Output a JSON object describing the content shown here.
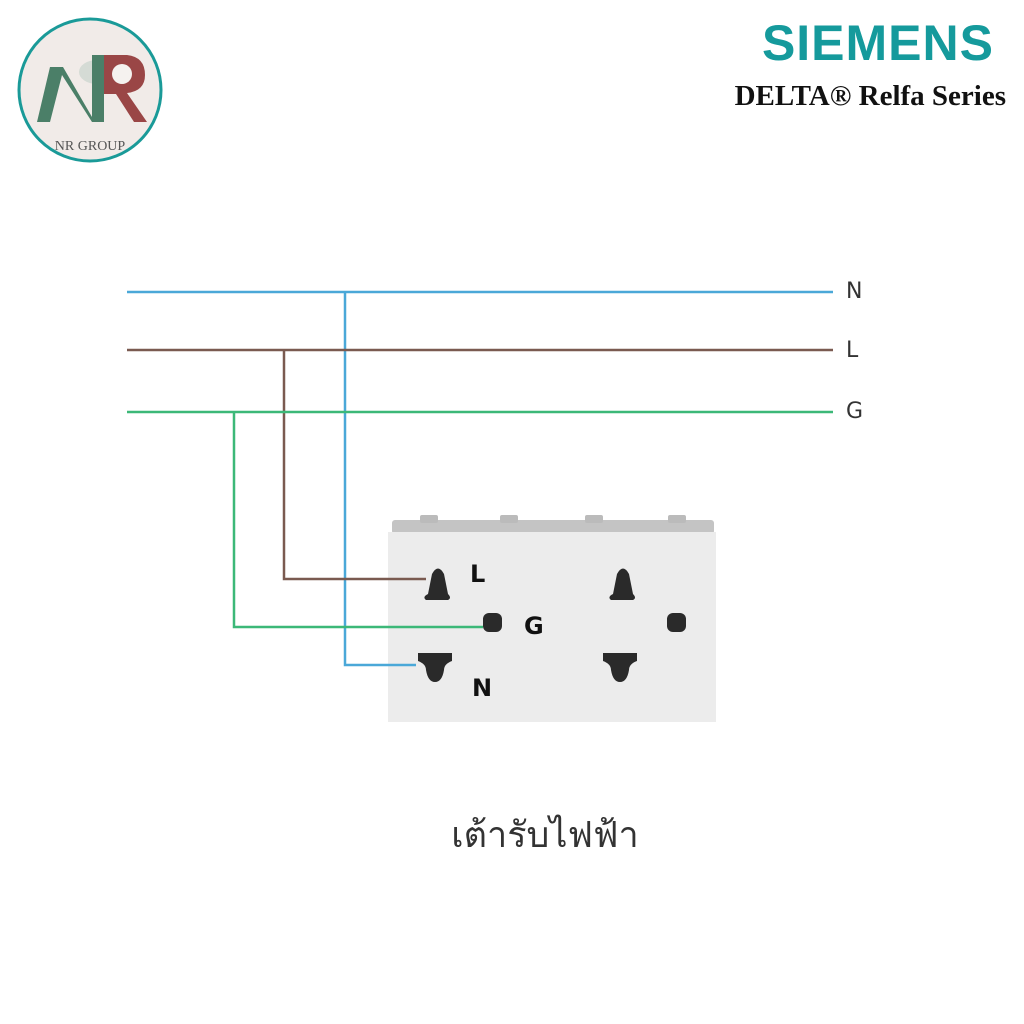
{
  "logo": {
    "text": "NR GROUP",
    "monogram": "NR"
  },
  "brand": "SIEMENS",
  "series": "DELTA® Relfa Series",
  "wires": {
    "n": "N",
    "l": "L",
    "g": "G"
  },
  "socket_labels": {
    "l": "L",
    "g": "G",
    "n": "N"
  },
  "caption": "เต้ารับไฟฟ้า",
  "colors": {
    "neutral": "#4aa8d8",
    "live": "#7a5a50",
    "ground": "#3cb878",
    "brand": "#159a9c"
  }
}
